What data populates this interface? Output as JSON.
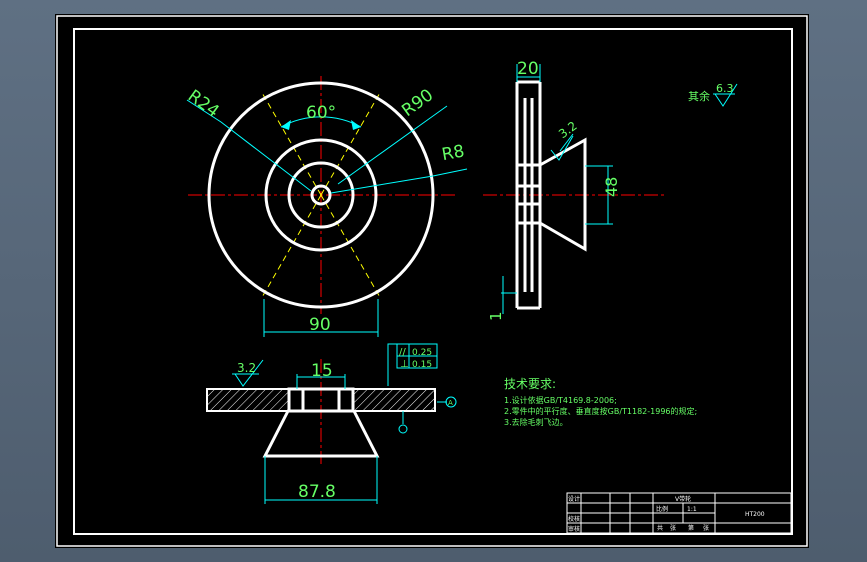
{
  "dimensions": {
    "r24": "R24",
    "r90": "R90",
    "r8": "R8",
    "angle": "60°",
    "width_90": "90",
    "width_20": "20",
    "height_48": "48",
    "thickness_1": "1",
    "width_15": "15",
    "width_878": "87.8"
  },
  "roughness": {
    "side": "3.2",
    "top": "3.2",
    "rest_label": "其余",
    "rest_value": "6.3"
  },
  "tolerance": {
    "parallel_value": "0.25",
    "perp_value": "0.15",
    "datum": "A"
  },
  "notes": {
    "title": "技术要求:",
    "items": [
      "1.设计依据GB/T4169.8-2006;",
      "2.零件中的平行度、垂直度按GB/T1182-1996的规定;",
      "3.去除毛刺飞边。"
    ]
  },
  "title_block": {
    "part_name": "V带轮",
    "scale_label": "比例",
    "scale": "1:1",
    "material": "HT200",
    "row_labels": [
      "设计",
      "校核",
      "审核"
    ],
    "bottom_labels": [
      "共",
      "张",
      "第",
      "张"
    ]
  },
  "colors": {
    "background": "#000000",
    "outline": "#ffffff",
    "dimension": "#00ffff",
    "dim_text": "#66ff66",
    "center": "#ff0000",
    "hidden": "#ffff00",
    "frame": "#ffffff"
  }
}
